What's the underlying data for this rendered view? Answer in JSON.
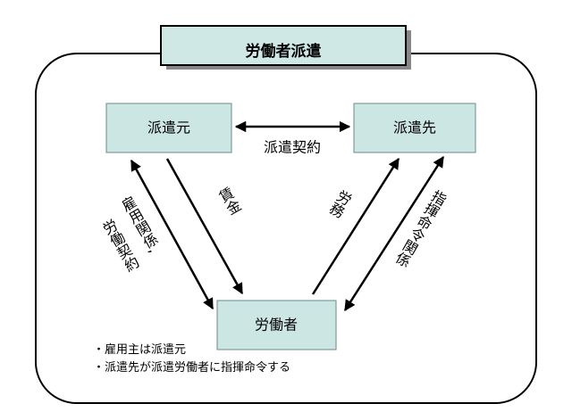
{
  "title": "労働者派遣",
  "nodes": {
    "dispatcher": "派遣元",
    "client": "派遣先",
    "worker": "労働者"
  },
  "edges": {
    "dispatch_contract": "派遣契約",
    "wages": "賃金",
    "employment": "雇用関係,",
    "labor_contract": "労働契約",
    "labor": "労務",
    "command": "指揮命令関係"
  },
  "notes": [
    "・雇用主は派遣元",
    "・派遣先が派遣労働者に指揮命令する"
  ],
  "colors": {
    "box_fill": "#cce6e3",
    "box_stroke": "#6b8a88",
    "title_fill": "#cfe8e6",
    "line": "#000000"
  }
}
